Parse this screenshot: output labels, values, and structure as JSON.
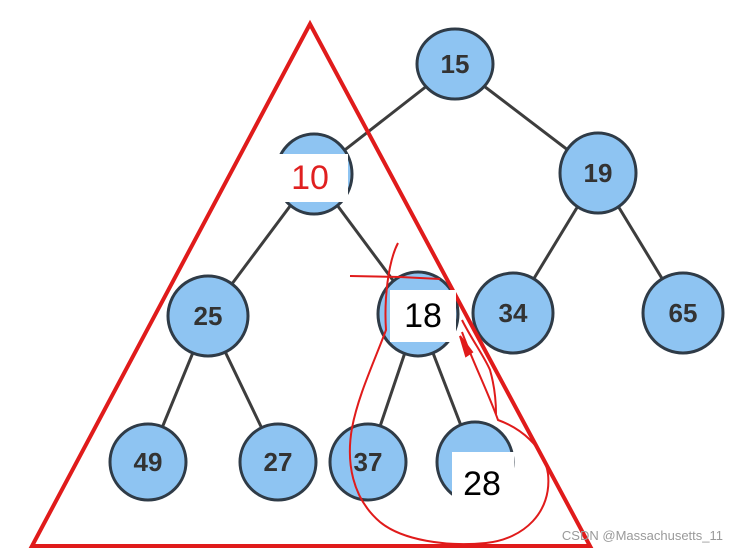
{
  "colors": {
    "node_fill": "#8ec4f2",
    "node_stroke": "#2f3b47",
    "edge": "#3d3d3d",
    "annotation_red": "#e01b1b",
    "patch_text_red": "#e02020",
    "patch_text_black": "#000000"
  },
  "tree": {
    "nodes": [
      {
        "id": "n15",
        "label": "15"
      },
      {
        "id": "n10",
        "label": "10"
      },
      {
        "id": "n19",
        "label": "19"
      },
      {
        "id": "n25",
        "label": "25"
      },
      {
        "id": "n18",
        "label": "18"
      },
      {
        "id": "n34",
        "label": "34"
      },
      {
        "id": "n65",
        "label": "65"
      },
      {
        "id": "n49",
        "label": "49"
      },
      {
        "id": "n27",
        "label": "27"
      },
      {
        "id": "n37",
        "label": "37"
      },
      {
        "id": "n28",
        "label": "28"
      }
    ],
    "edges": [
      [
        "n15",
        "n10"
      ],
      [
        "n15",
        "n19"
      ],
      [
        "n10",
        "n25"
      ],
      [
        "n10",
        "n18"
      ],
      [
        "n19",
        "n34"
      ],
      [
        "n19",
        "n65"
      ],
      [
        "n25",
        "n49"
      ],
      [
        "n25",
        "n27"
      ],
      [
        "n18",
        "n37"
      ],
      [
        "n18",
        "n28"
      ]
    ]
  },
  "annotations": {
    "replaced_labels": [
      {
        "node": "n10",
        "text": "10",
        "color": "red"
      },
      {
        "node": "n18",
        "text": "18",
        "color": "black"
      },
      {
        "node": "n28",
        "text": "28",
        "color": "black"
      }
    ]
  },
  "watermark": "CSDN @Massachusetts_11"
}
